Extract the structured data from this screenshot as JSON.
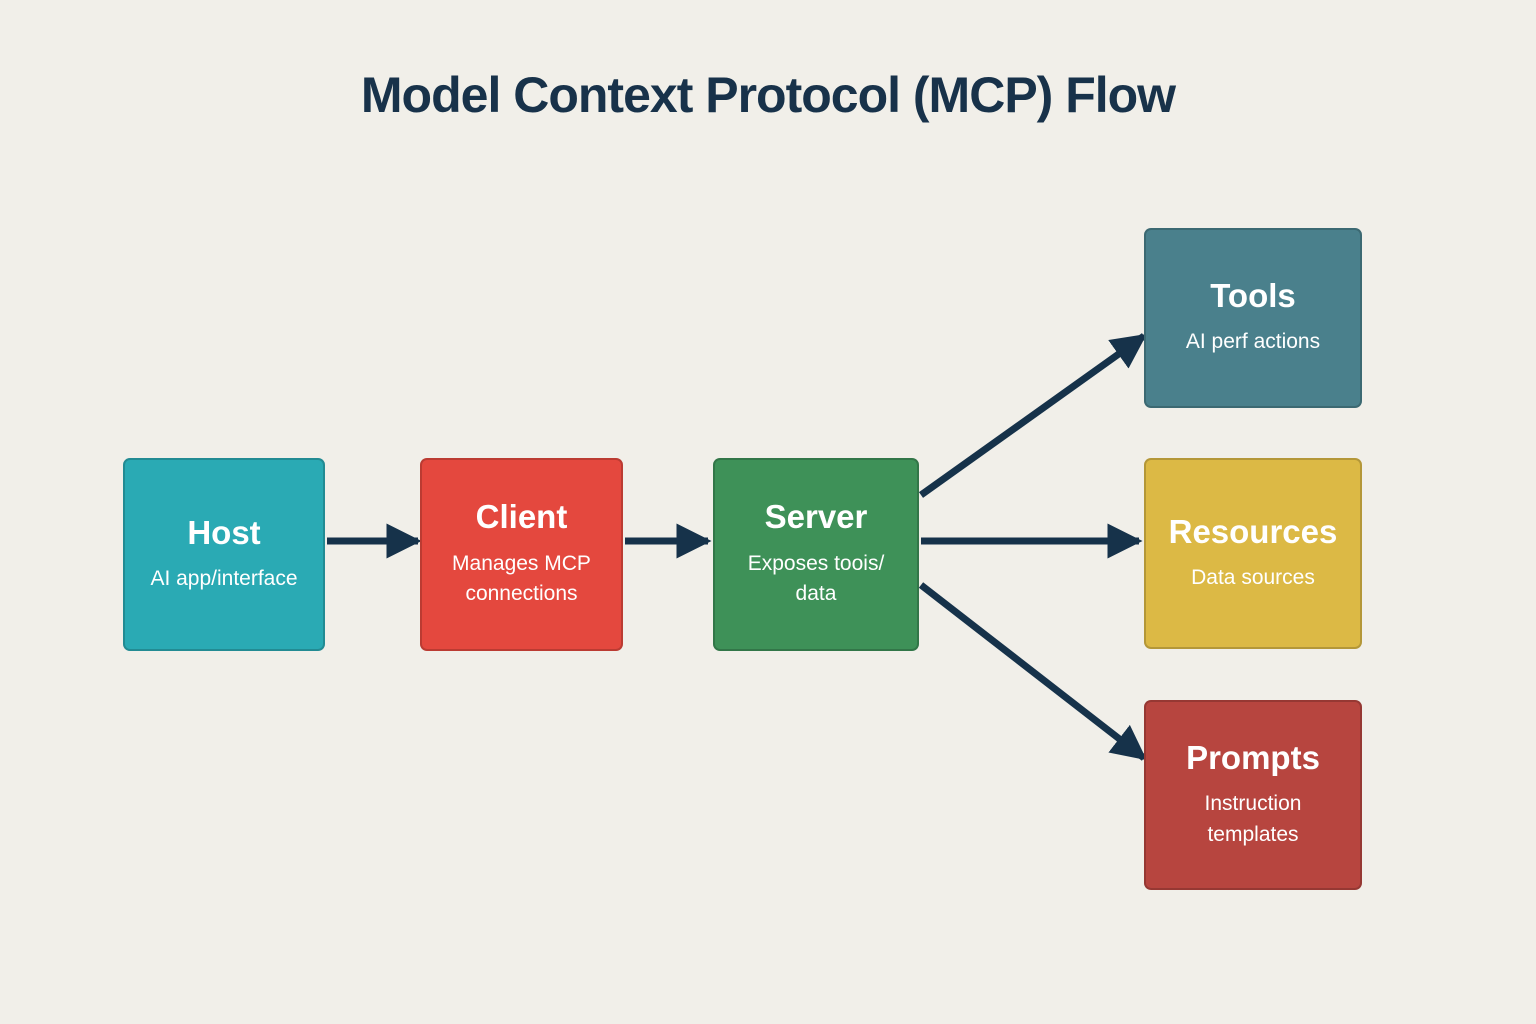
{
  "title": "Model Context Protocol (MCP) Flow",
  "colors": {
    "background": "#F1EFE9",
    "arrow": "#16324A",
    "title": "#18324A"
  },
  "nodes": {
    "host": {
      "label": "Host",
      "description": "AI app/interface",
      "color": "#2AAAB4"
    },
    "client": {
      "label": "Client",
      "description": "Manages MCP\nconnections",
      "color": "#E4483E"
    },
    "server": {
      "label": "Server",
      "description": "Exposes toois/\ndata",
      "color": "#3E9158"
    },
    "tools": {
      "label": "Tools",
      "description": "AI perf actions",
      "color": "#4A808C"
    },
    "resources": {
      "label": "Resources",
      "description": "Data sources",
      "color": "#DCB945"
    },
    "prompts": {
      "label": "Prompts",
      "description": "Instruction\ntemplates",
      "color": "#B7453F"
    }
  },
  "edges": [
    {
      "from": "Host",
      "to": "Client"
    },
    {
      "from": "Client",
      "to": "Server"
    },
    {
      "from": "Server",
      "to": "Tools"
    },
    {
      "from": "Server",
      "to": "Resources"
    },
    {
      "from": "Server",
      "to": "Prompts"
    }
  ]
}
